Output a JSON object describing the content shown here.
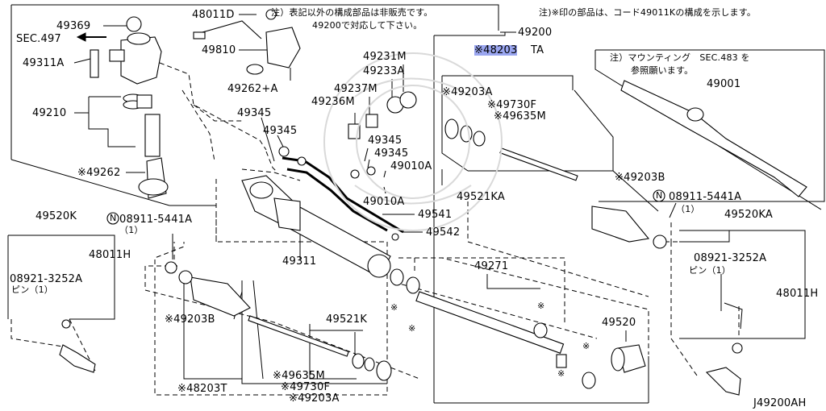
{
  "diagram_id": "J49200AH",
  "notes": {
    "top_left": "注）表記以外の構成部品は非販売です。",
    "top_left_2": "49200で対応して下さい。",
    "top_right": "注)※印の部品は、コード49011Kの構成を示します。",
    "mounting_1": "注）マウンティング　SEC.483 を",
    "mounting_2": "参照願います。"
  },
  "labels": {
    "p49369": "49369",
    "sec497": "SEC.497",
    "p49311A": "49311A",
    "p49210": "49210",
    "p49262s": "※49262",
    "p48011D": "48011D",
    "p49810": "49810",
    "p49262A": "49262+A",
    "p49200": "49200",
    "p48203TA_a": "※48203",
    "p48203TA_b": "TA",
    "p49231M": "49231M",
    "p49233A": "49233A",
    "p49237M": "49237M",
    "p49236M": "49236M",
    "p49345a": "49345",
    "p49345b": "49345",
    "p49345c": "49345",
    "p49345d": "49345",
    "p49010A_a": "49010A",
    "p49010A_b": "49010A",
    "p49541": "49541",
    "p49542": "49542",
    "p49311": "49311",
    "p49203A_top": "※49203A",
    "p49730F_top": "※49730F",
    "p49635M_top": "※49635M",
    "p49521KA": "49521KA",
    "p49203B_r": "※49203B",
    "p08911_r": "08911-5441A",
    "p08911_r_qty": "（1）",
    "p49520KA": "49520KA",
    "p49001": "49001",
    "p08921_r": "08921-3252A",
    "p08921_r_pin": "ピン（1）",
    "p48011H_r": "48011H",
    "p49271": "49271",
    "p49520": "49520",
    "p49520K": "49520K",
    "p08911_l": "08911-5441A",
    "p08911_l_qty": "（1）",
    "p48011H_l": "48011H",
    "p08921_l": "08921-3252A",
    "p08921_l_pin": "ピン（1）",
    "p49203B_l": "※49203B",
    "p49521K": "49521K",
    "p48203T": "※48203T",
    "p49635M_b": "※49635M",
    "p49730F_b": "※49730F",
    "p49203A_b": "※49203A",
    "star": "※",
    "circN": "N"
  }
}
